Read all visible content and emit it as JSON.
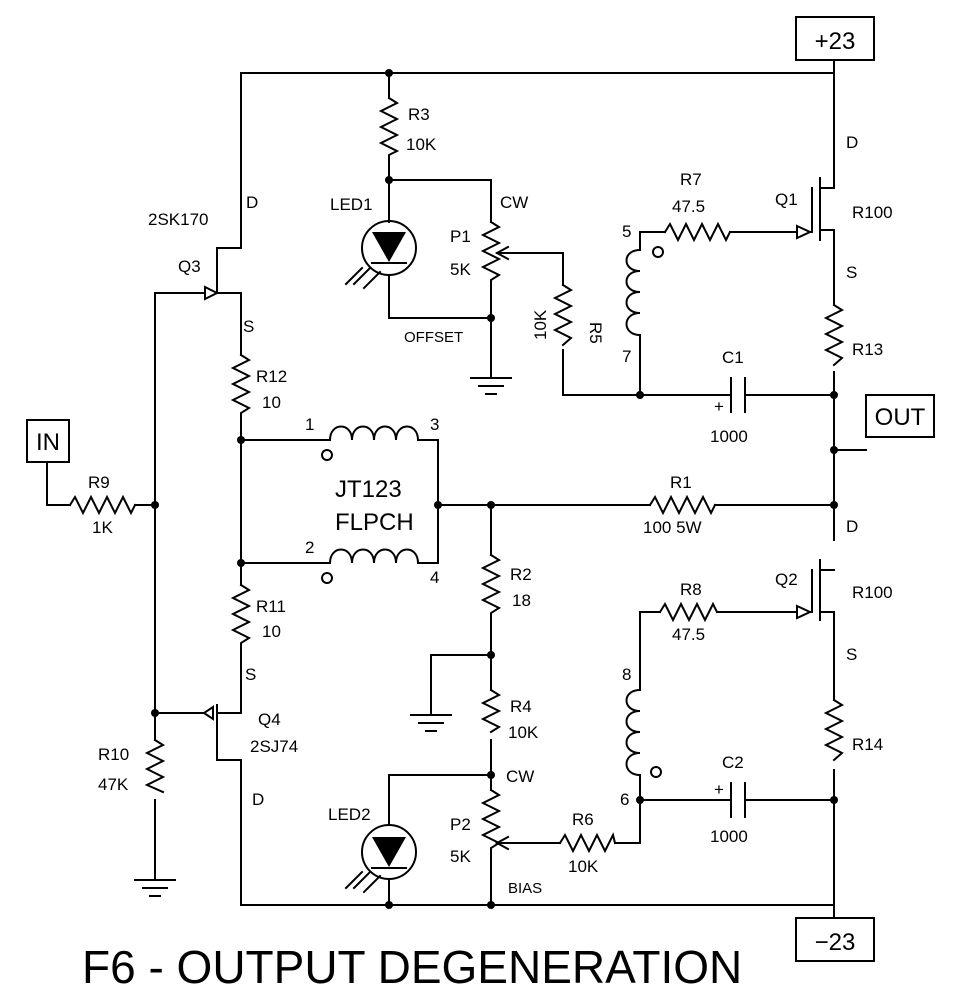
{
  "title": "F6 - OUTPUT DEGENERATION",
  "rails": {
    "positive": "+23",
    "negative": "−23"
  },
  "ports": {
    "input": "IN",
    "output": "OUT"
  },
  "components": {
    "q1": {
      "ref": "Q1",
      "part": "R100",
      "drain": "D",
      "source": "S"
    },
    "q2": {
      "ref": "Q2",
      "part": "R100",
      "drain": "D",
      "source": "S"
    },
    "q3": {
      "ref": "Q3",
      "part": "2SK170",
      "drain": "D",
      "source": "S"
    },
    "q4": {
      "ref": "Q4",
      "part": "2SJ74",
      "drain": "D",
      "source": "S"
    },
    "r1": {
      "ref": "R1",
      "value": "100 5W"
    },
    "r2": {
      "ref": "R2",
      "value": "18"
    },
    "r3": {
      "ref": "R3",
      "value": "10K"
    },
    "r4": {
      "ref": "R4",
      "value": "10K"
    },
    "r5": {
      "ref": "R5",
      "value": "10K"
    },
    "r6": {
      "ref": "R6",
      "value": "10K"
    },
    "r7": {
      "ref": "R7",
      "value": "47.5"
    },
    "r8": {
      "ref": "R8",
      "value": "47.5"
    },
    "r9": {
      "ref": "R9",
      "value": "1K"
    },
    "r10": {
      "ref": "R10",
      "value": "47K"
    },
    "r11": {
      "ref": "R11",
      "value": "10"
    },
    "r12": {
      "ref": "R12",
      "value": "10"
    },
    "r13": {
      "ref": "R13"
    },
    "r14": {
      "ref": "R14"
    },
    "c1": {
      "ref": "C1",
      "value": "1000",
      "polarity": "+"
    },
    "c2": {
      "ref": "C2",
      "value": "1000",
      "polarity": "+"
    },
    "p1": {
      "ref": "P1",
      "value": "5K",
      "cw": "CW",
      "function": "OFFSET"
    },
    "p2": {
      "ref": "P2",
      "value": "5K",
      "cw": "CW",
      "function": "BIAS"
    },
    "led1": {
      "ref": "LED1"
    },
    "led2": {
      "ref": "LED2"
    },
    "transformer": {
      "part": "JT123",
      "type": "FLPCH",
      "pins": [
        "1",
        "2",
        "3",
        "4",
        "5",
        "6",
        "7",
        "8"
      ]
    }
  }
}
